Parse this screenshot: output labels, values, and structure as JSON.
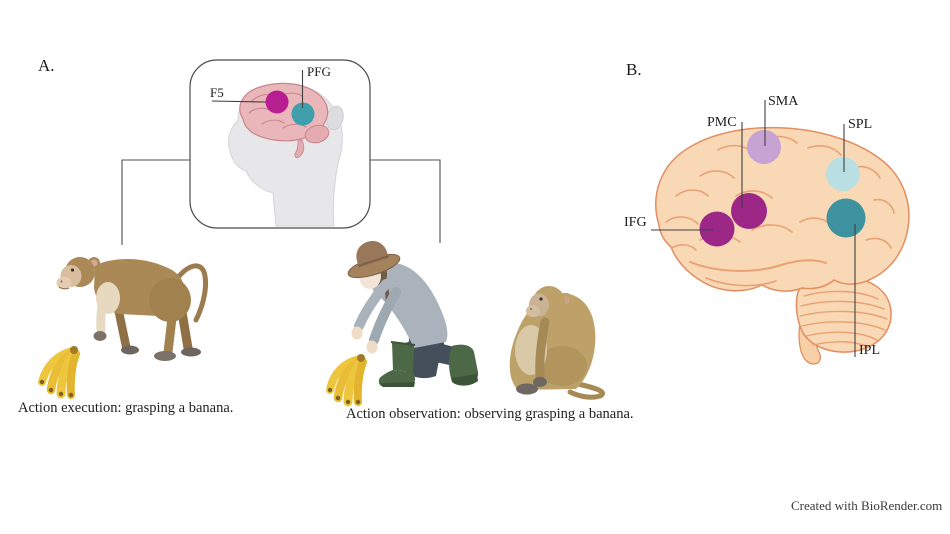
{
  "panel_a": {
    "label": "A.",
    "brain_inset": {
      "f5": {
        "label": "F5",
        "color": "#b71f90"
      },
      "pfg": {
        "label": "PFG",
        "color": "#3f9fac"
      }
    },
    "captions": {
      "execution": "Action execution: grasping a banana.",
      "observation": "Action observation: observing grasping a banana."
    }
  },
  "panel_b": {
    "label": "B.",
    "regions": {
      "sma": {
        "label": "SMA",
        "color": "#c6a3d3"
      },
      "pmc": {
        "label": "PMC",
        "color": "#9c2786"
      },
      "spl": {
        "label": "SPL",
        "color": "#b9dfe2"
      },
      "ifg": {
        "label": "IFG",
        "color": "#9c2786"
      },
      "ipl": {
        "label": "IPL",
        "color": "#3e929f"
      }
    }
  },
  "credit": "Created with BioRender.com"
}
